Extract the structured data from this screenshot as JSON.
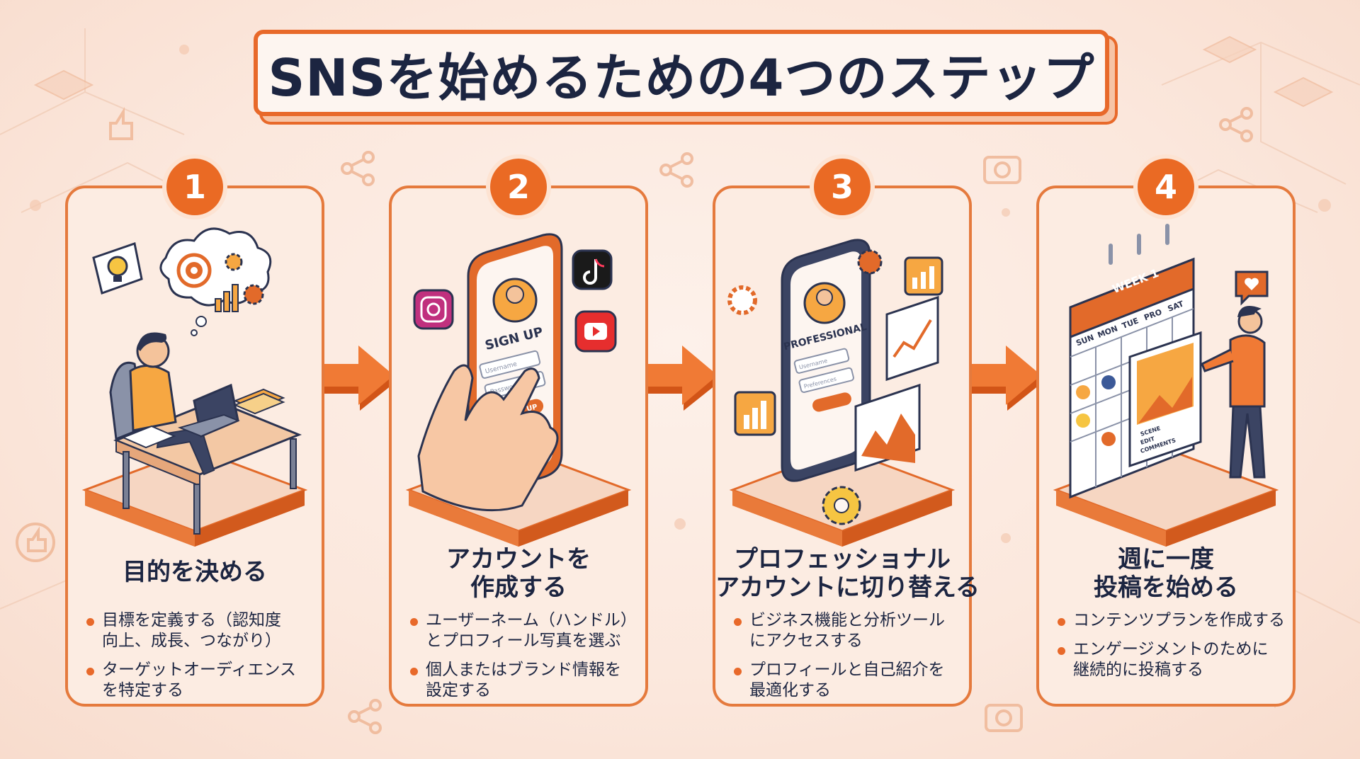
{
  "title": "SNSを始めるための4つのステップ",
  "colors": {
    "accent": "#ea6a24",
    "navy": "#1c2541",
    "card_bg": "#fcece2",
    "bg": "#fbe7dc"
  },
  "steps": [
    {
      "number": "1",
      "title_lines": [
        "目的を決める"
      ],
      "bullets": [
        [
          "目標を定義する（認知度",
          "向上、成長、つながり）"
        ],
        [
          "ターゲットオーディエンス",
          "を特定する"
        ]
      ],
      "icons": [
        "lightbulb-icon",
        "target-icon",
        "gear-icon",
        "laptop-icon"
      ]
    },
    {
      "number": "2",
      "title_lines": [
        "アカウントを",
        "作成する"
      ],
      "bullets": [
        [
          "ユーザーネーム（ハンドル）",
          "とプロフィール写真を選ぶ"
        ],
        [
          "個人またはブランド情報を",
          "設定する"
        ]
      ],
      "phone_heading": "SIGN UP",
      "phone_fields": [
        "Username",
        "Password"
      ],
      "phone_button": "SIGN UP",
      "icons": [
        "instagram-icon",
        "tiktok-icon",
        "youtube-icon",
        "hand-icon"
      ]
    },
    {
      "number": "3",
      "title_lines": [
        "プロフェッショナル",
        "アカウントに切り替える"
      ],
      "bullets": [
        [
          "ビジネス機能と分析ツール",
          "にアクセスする"
        ],
        [
          "プロフィールと自己紹介を",
          "最適化する"
        ]
      ],
      "phone_heading": "PROFESSIONAL",
      "phone_fields": [
        "Username",
        "Preferences"
      ],
      "icons": [
        "gear-icon",
        "bar-chart-icon",
        "line-chart-icon"
      ]
    },
    {
      "number": "4",
      "title_lines": [
        "週に一度",
        "投稿を始める"
      ],
      "bullets": [
        [
          "コンテンツプランを作成する"
        ],
        [
          "エンゲージメントのために",
          "継続的に投稿する"
        ]
      ],
      "calendar_heading": "WEEK 1",
      "calendar_days": [
        "SUN",
        "MON",
        "TUE",
        "PRO",
        "SAT"
      ],
      "photo_notes": [
        "SCENE",
        "EDIT",
        "COMMENTS"
      ],
      "icons": [
        "calendar-icon",
        "heart-icon",
        "photo-icon"
      ]
    }
  ]
}
